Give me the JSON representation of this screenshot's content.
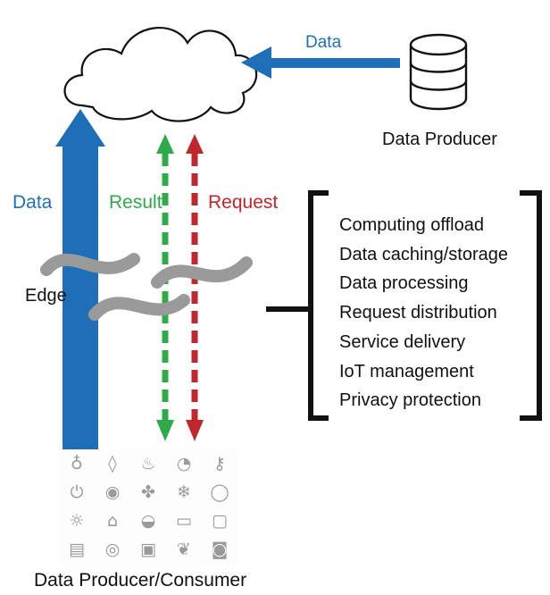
{
  "labels": {
    "data_top": "Data",
    "data_producer": "Data Producer",
    "data_left": "Data",
    "result": "Result",
    "request": "Request",
    "edge": "Edge",
    "producer_consumer": "Data Producer/Consumer"
  },
  "edge_functions": [
    "Computing offload",
    "Data caching/storage",
    "Data processing",
    "Request distribution",
    "Service delivery",
    "IoT management",
    "Privacy protection"
  ],
  "colors": {
    "data": "#1f6fb8",
    "result": "#2eaa4a",
    "request": "#c0272d",
    "edge_wave": "#9a9a9a",
    "outline": "#111111"
  },
  "icons": {
    "cloud": "cloud-icon",
    "database": "database-icon",
    "devices": [
      {
        "name": "lightbulb-icon",
        "glyph": "♁"
      },
      {
        "name": "water-drop-icon",
        "glyph": "◊"
      },
      {
        "name": "thermometer-icon",
        "glyph": "♨"
      },
      {
        "name": "gauge-icon",
        "glyph": "◔"
      },
      {
        "name": "key-icon",
        "glyph": "⚷"
      },
      {
        "name": "power-icon",
        "glyph": "⏻"
      },
      {
        "name": "wifi-icon",
        "glyph": "◉"
      },
      {
        "name": "fan-icon",
        "glyph": "✤"
      },
      {
        "name": "snowflake-icon",
        "glyph": "❄"
      },
      {
        "name": "ring-icon",
        "glyph": "◯"
      },
      {
        "name": "sun-icon",
        "glyph": "☼"
      },
      {
        "name": "garage-icon",
        "glyph": "⌂"
      },
      {
        "name": "stove-icon",
        "glyph": "◒"
      },
      {
        "name": "tv-icon",
        "glyph": "▭"
      },
      {
        "name": "speaker-icon",
        "glyph": "▢"
      },
      {
        "name": "washer-icon",
        "glyph": "▤"
      },
      {
        "name": "eye-icon",
        "glyph": "◎"
      },
      {
        "name": "fridge-icon",
        "glyph": "▣"
      },
      {
        "name": "leaf-icon",
        "glyph": "❦"
      },
      {
        "name": "oven-icon",
        "glyph": "◙"
      }
    ]
  }
}
